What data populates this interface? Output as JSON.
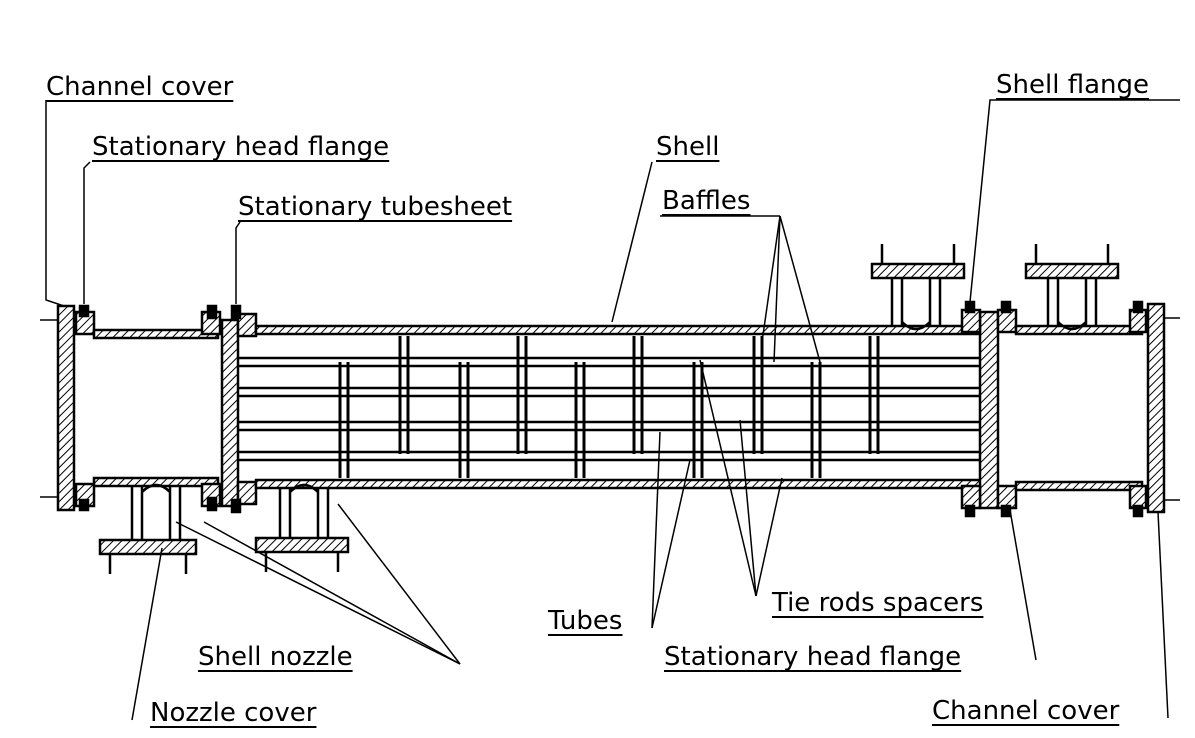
{
  "labels": {
    "channel_cover_left": "Channel cover",
    "stationary_head_flange_left": "Stationary head flange",
    "stationary_tubesheet": "Stationary tubesheet",
    "shell": "Shell",
    "baffles": "Baffles",
    "shell_flange": "Shell flange",
    "tie_rods_spacers": "Tie rods spacers",
    "tubes": "Tubes",
    "stationary_head_flange_right": "Stationary head flange",
    "shell_nozzle": "Shell nozzle",
    "nozzle_cover": "Nozzle cover",
    "channel_cover_right": "Channel cover"
  },
  "colors": {
    "ink": "#000000",
    "paper": "#ffffff"
  }
}
